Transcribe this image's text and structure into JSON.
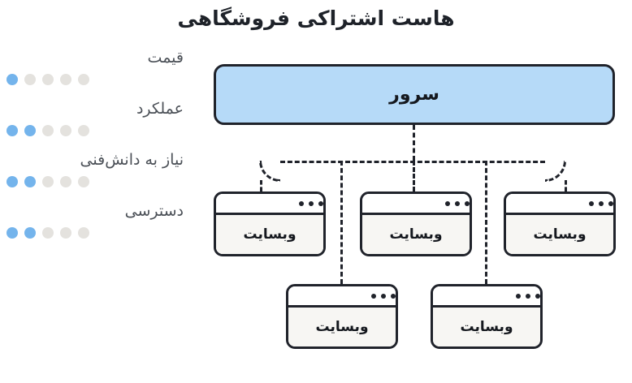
{
  "title": "هاست اشتراکی فروشگاهی",
  "colors": {
    "accent_blue": "#74b4ec",
    "dot_inactive": "#e4e2de",
    "server_fill": "#b6daf8",
    "stroke": "#20232b",
    "card_fill": "#f7f6f3",
    "label_text": "#4b5057",
    "title_text": "#1e2229",
    "background": "#ffffff"
  },
  "metrics": [
    {
      "label": "قیمت",
      "rating": 1,
      "max": 5
    },
    {
      "label": "عملکرد",
      "rating": 2,
      "max": 5
    },
    {
      "label": "نیاز به دانش‌فنی",
      "rating": 2,
      "max": 5
    },
    {
      "label": "دسترسی",
      "rating": 2,
      "max": 5
    }
  ],
  "diagram": {
    "server": {
      "label": "سرور"
    },
    "websites": [
      {
        "label": "وبسایت"
      },
      {
        "label": "وبسایت"
      },
      {
        "label": "وبسایت"
      },
      {
        "label": "وبسایت"
      },
      {
        "label": "وبسایت"
      }
    ]
  }
}
